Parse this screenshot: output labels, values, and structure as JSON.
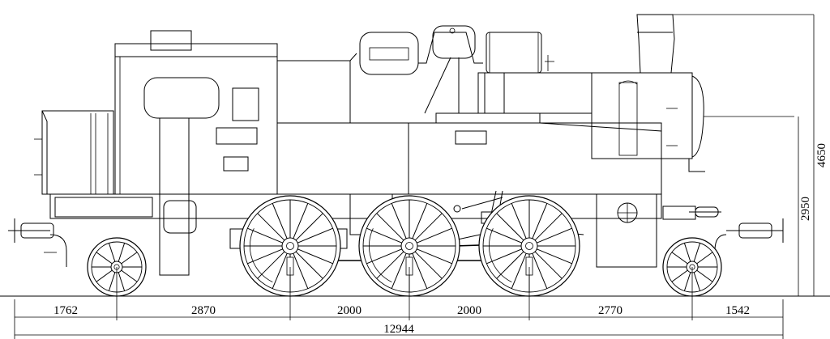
{
  "dimensions": {
    "horizontal": [
      "1762",
      "2870",
      "2000",
      "2000",
      "2770",
      "1542"
    ],
    "total_length": "12944",
    "height_cab_roof": "4650",
    "height_boiler_axis": "2950"
  },
  "wheels": {
    "leading_axle": "front-carrying-wheel-icon",
    "driving_axles": "coupled-driving-wheel-icon",
    "trailing_axle": "rear-carrying-wheel-icon"
  }
}
